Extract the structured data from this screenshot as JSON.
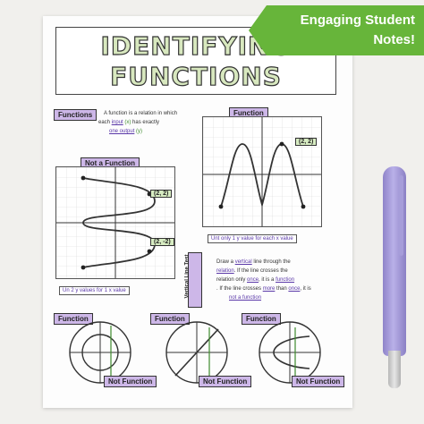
{
  "banner": {
    "line1": "Engaging Student",
    "line2": "Notes!"
  },
  "title": {
    "line1": "IDENTIFYING",
    "line2": "FUNCTIONS"
  },
  "definition": {
    "tag": "Functions",
    "line1": "A function is a relation in which",
    "line2_pre": "each",
    "line2_hand": "input",
    "line2_paren": "(x)",
    "line2_post": "has exactly",
    "line3_hand": "one output",
    "line3_paren": "(y)"
  },
  "not_a_function": {
    "tag": "Not a Function",
    "point1": "(2, 2)",
    "point2": "(2, -2)",
    "caption_hand": "Un 2 y values for 1 x value"
  },
  "function_graph": {
    "tag": "Function",
    "point": "(2, 2)",
    "caption_hand": "Unt only 1 y value for each x value"
  },
  "vertical_line_test": {
    "tag": "Vertical Line Test",
    "line1_pre": "Draw a",
    "line1_hand": "vertical",
    "line1_post": "line through the",
    "line2_hand": "relation",
    "line2_post": ". If the line crosses the",
    "line3_pre": "relation only",
    "line3_hand1": "once",
    "line3_mid": ", it is a",
    "line3_hand2": "function",
    "line4_pre": ". If the line crosses",
    "line4_hand1": "more",
    "line4_mid": "than",
    "line4_hand2": "once",
    "line4_post": ", it is",
    "line5_hand": "not a function"
  },
  "circles": [
    {
      "top": "Function",
      "bottom": "Not Function"
    },
    {
      "top": "Function",
      "bottom": "Not Function"
    },
    {
      "top": "Function",
      "bottom": "Not Function"
    }
  ],
  "colors": {
    "banner": "#67b53a",
    "purple": "#cdb7e8",
    "green": "#d7ecc2",
    "ink_purple": "#5a38a8",
    "ink_green": "#3d8a2c",
    "pen": "#a69dd9"
  }
}
